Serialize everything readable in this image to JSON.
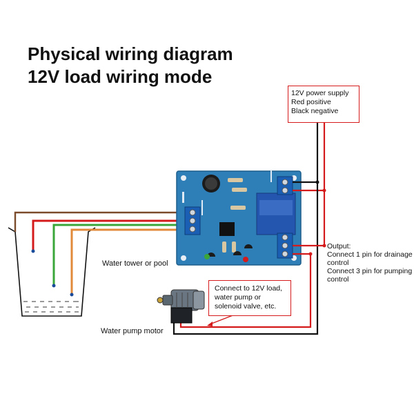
{
  "title": {
    "line1": "Physical wiring diagram",
    "line2": "12V load wiring mode"
  },
  "power_supply": {
    "line1": "12V power supply",
    "line2": "Red positive",
    "line3": "Black negative"
  },
  "output": {
    "line1": "Output:",
    "line2": "Connect 1 pin for drainage",
    "line3": "control",
    "line4": "Connect 3 pin for pumping",
    "line5": "control"
  },
  "load": {
    "line1": "Connect to 12V load,",
    "line2": "water pump or",
    "line3": "solenoid valve, etc."
  },
  "labels": {
    "tower": "Water tower or pool",
    "motor": "Water pump motor"
  },
  "colors": {
    "wire_red": "#d41a1a",
    "wire_black": "#111111",
    "wire_green": "#3aa63a",
    "wire_orange": "#e08a3a",
    "wire_brown": "#7a4a2a",
    "pcb": "#2e7fb8",
    "terminal": "#1a5fb4"
  }
}
